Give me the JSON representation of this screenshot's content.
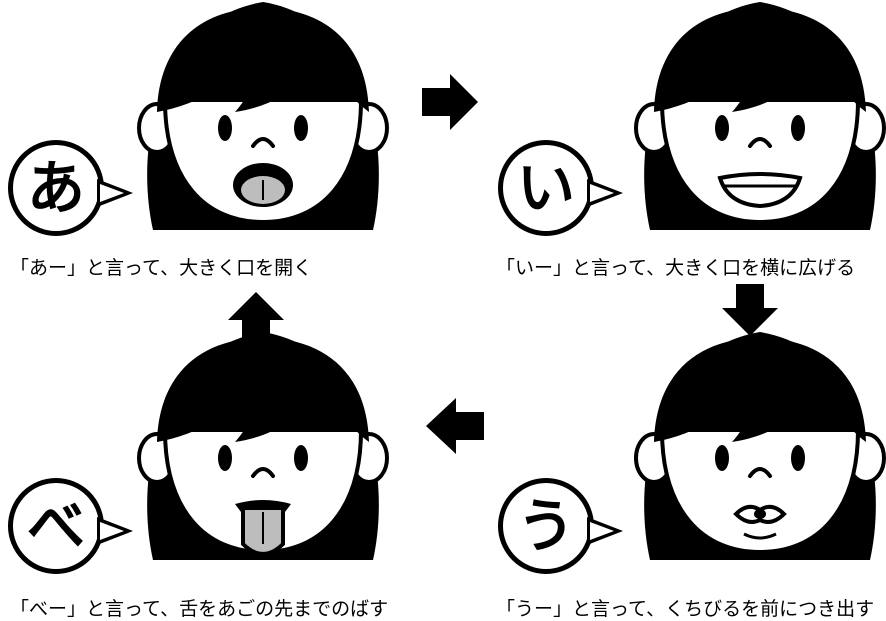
{
  "panels": [
    {
      "id": "a",
      "bubble": "あ",
      "caption": "「あー」と言って、大きく口を開く",
      "mouth": "open"
    },
    {
      "id": "i",
      "bubble": "い",
      "caption": "「いー」と言って、大きく口を横に広げる",
      "mouth": "wide"
    },
    {
      "id": "u",
      "bubble": "う",
      "caption": "「うー」と言って、くちびるを前につき出す",
      "mouth": "pucker"
    },
    {
      "id": "be",
      "bubble": "べ",
      "caption": "「べー」と言って、舌をあごの先までのばす",
      "mouth": "tongue"
    }
  ],
  "arrows": [
    {
      "name": "arrow-right-icon",
      "direction": "right"
    },
    {
      "name": "arrow-down-icon",
      "direction": "down"
    },
    {
      "name": "arrow-left-icon",
      "direction": "left"
    },
    {
      "name": "arrow-up-icon",
      "direction": "up"
    }
  ],
  "colors": {
    "ink": "#000000",
    "paper": "#ffffff",
    "tongue": "#bdbdbd"
  }
}
